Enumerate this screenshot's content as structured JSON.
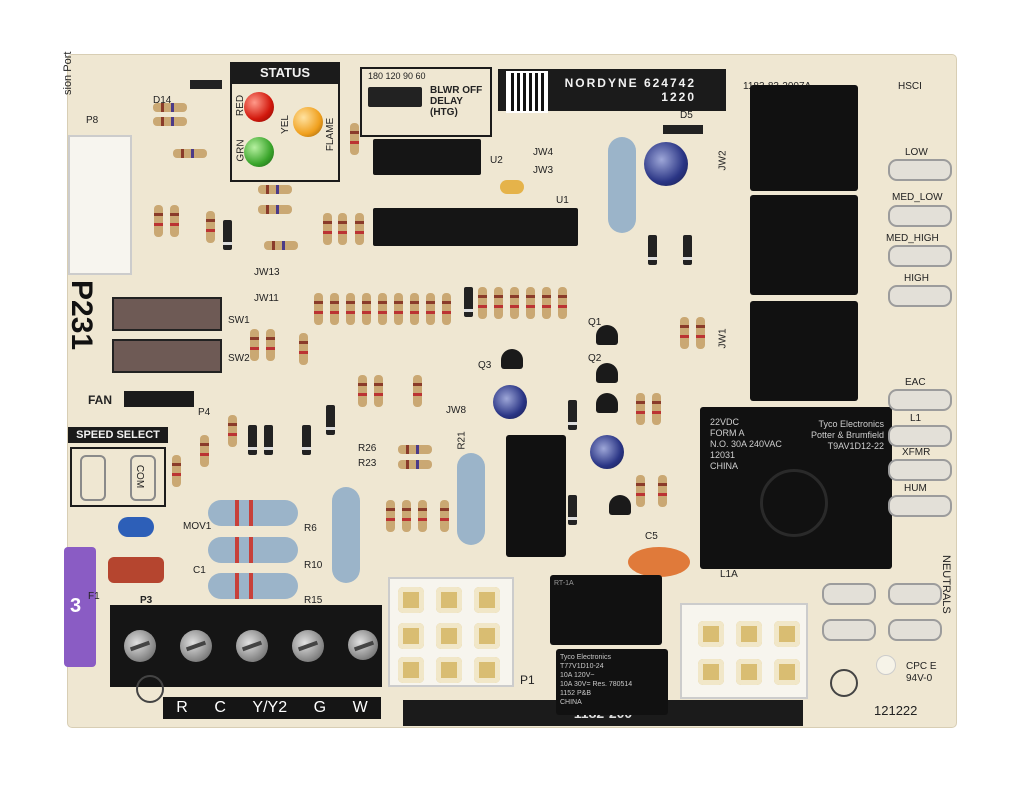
{
  "board": {
    "part_label": "NORDYNE 624742",
    "date_label": "1220",
    "pcb_number": "1183-83-2007A",
    "hsci_label": "HSCI",
    "bottom_number": "1182-200",
    "cpc_label": "CPC E",
    "rating_label": "94V-0",
    "date_code": "121222",
    "side_port_label": "sion Port",
    "handwritten_code": "P231"
  },
  "status": {
    "title": "STATUS",
    "red_label": "RED",
    "grn_label": "GRN",
    "yel_label": "YEL",
    "flame_label": "FLAME"
  },
  "blower_delay": {
    "label": "BLWR OFF DELAY (HTG)",
    "dip_numbers": "180 120 90 60"
  },
  "speed_select": {
    "title": "SPEED SELECT",
    "com_label": "COM",
    "fan_label": "FAN"
  },
  "speed_taps": [
    {
      "label": "LOW"
    },
    {
      "label": "MED_LOW"
    },
    {
      "label": "MED_HIGH"
    },
    {
      "label": "HIGH"
    }
  ],
  "right_terminals": [
    {
      "label": "EAC"
    },
    {
      "label": "L1"
    },
    {
      "label": "XFMR"
    },
    {
      "label": "HUM"
    }
  ],
  "neutrals_label": "NEUTRALS",
  "l1a_label": "L1A",
  "thermostat": {
    "block_label": "P3",
    "terminals": [
      "R",
      "C",
      "Y/Y2",
      "G",
      "W"
    ]
  },
  "connectors": {
    "p1_label": "P1",
    "p8_label": "P8",
    "p4_label": "P4"
  },
  "relays": {
    "big_relay_title": "Tyco Electronics",
    "big_relay_line2": "Potter & Brumfield",
    "big_relay_part": "T9AV1D12-22",
    "big_relay_voltage": "22VDC",
    "big_relay_form": "FORM A",
    "big_relay_rating": "N.O. 30A 240VAC",
    "big_relay_code": "12031",
    "big_relay_country": "CHINA",
    "small_relay_title": "Tyco Electronics",
    "small_relay_part": "T77V1D10-24",
    "small_relay_rating1": "10A 120V~",
    "small_relay_rating2": "10A 30V= Res. 780514",
    "small_relay_code": "1152 P&B",
    "small_relay_country": "CHINA",
    "speed_relay_marking": "RT-1A"
  },
  "component_labels": {
    "u1": "U1",
    "u2": "U2",
    "f1": "F1",
    "mov1": "MOV1",
    "c1": "C1",
    "c5": "C5",
    "jw1": "JW1",
    "jw2": "JW2",
    "jw3": "JW3",
    "jw4": "JW4",
    "jw8": "JW8",
    "jw11": "JW11",
    "jw13": "JW13",
    "sw1": "SW1",
    "sw2": "SW2",
    "r6": "R6",
    "r10": "R10",
    "r15": "R15",
    "r21": "R21",
    "r23": "R23",
    "r26": "R26",
    "d14": "D14",
    "d5": "D5",
    "q1": "Q1",
    "q2": "Q2",
    "q3": "Q3"
  },
  "fuse_label": "3"
}
